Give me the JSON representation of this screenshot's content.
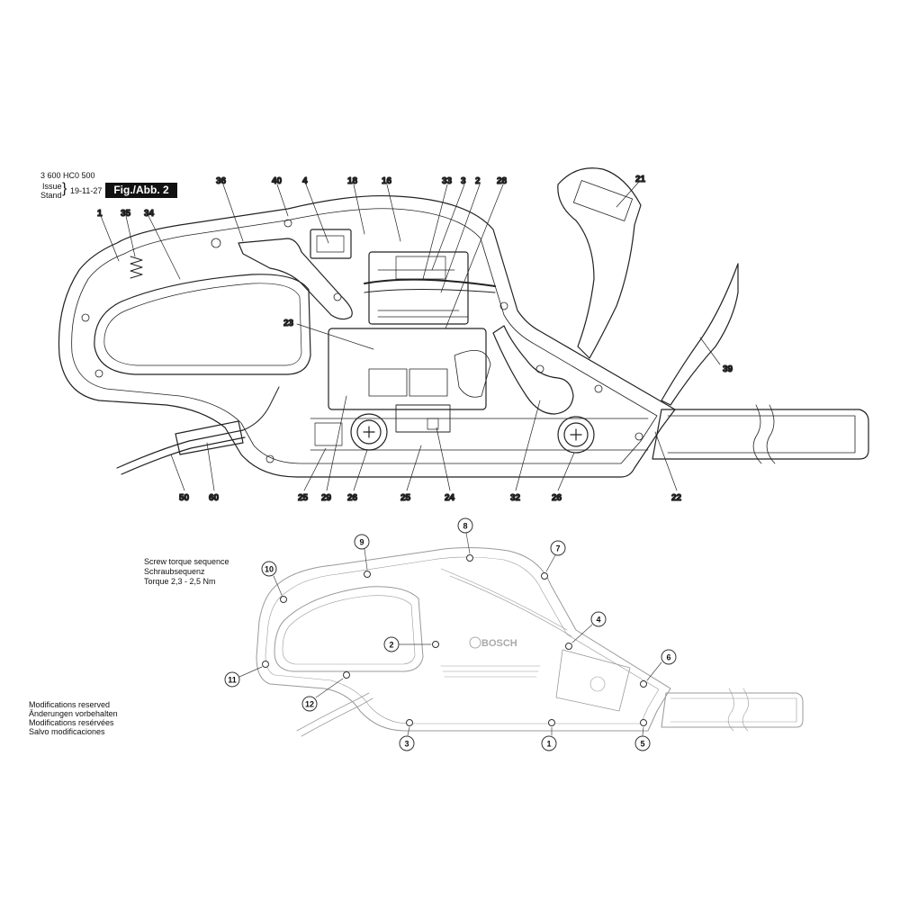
{
  "header": {
    "doc_number": "3 600 HC0 500",
    "issue_label": "Issue",
    "stand_label": "Stand",
    "date": "19-11-27",
    "figure_label": "Fig./Abb. 2"
  },
  "exploded_view": {
    "callouts": [
      "1",
      "35",
      "34",
      "36",
      "40",
      "4",
      "18",
      "16",
      "33",
      "3",
      "2",
      "28",
      "21",
      "23",
      "39",
      "50",
      "60",
      "25",
      "29",
      "26",
      "25",
      "24",
      "32",
      "26",
      "22"
    ]
  },
  "torque_sequence": {
    "title_en": "Screw torque sequence",
    "title_de": "Schraubsequenz",
    "torque": "Torque 2,3 - 2,5 Nm",
    "brand_mark": "BOSCH",
    "steps": [
      "1",
      "2",
      "3",
      "4",
      "5",
      "6",
      "7",
      "8",
      "9",
      "10",
      "11",
      "12"
    ]
  },
  "footer_notes": [
    "Modifications reserved",
    "Änderungen vorbehalten",
    "Modifications resérvées",
    "Salvo modificaciones"
  ],
  "colors": {
    "line": "#222222",
    "badge": "#111111",
    "housing_light": "#bbbbbb"
  }
}
